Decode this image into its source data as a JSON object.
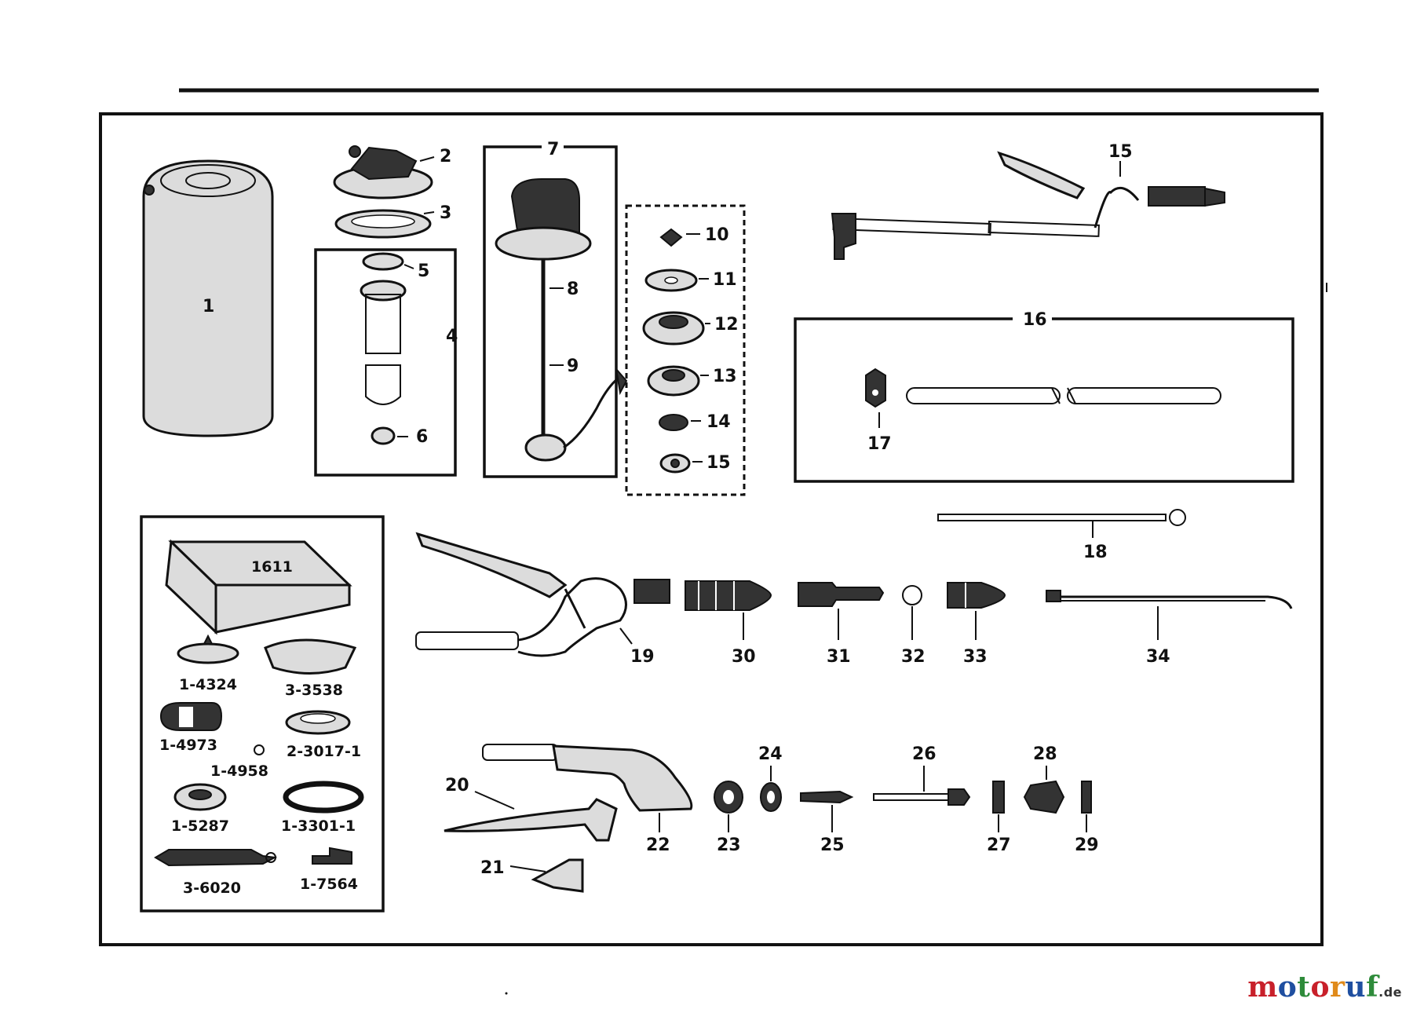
{
  "parts": {
    "p1": "1",
    "p2": "2",
    "p3": "3",
    "p4": "4",
    "p5": "5",
    "p6": "6",
    "p7": "7",
    "p8": "8",
    "p9": "9",
    "p10": "10",
    "p11": "11",
    "p12": "12",
    "p13": "13",
    "p14": "14",
    "p15": "15",
    "p15b": "15",
    "p16": "16",
    "p17": "17",
    "p18": "18",
    "p19": "19",
    "p20": "20",
    "p21": "21",
    "p22": "22",
    "p23": "23",
    "p24": "24",
    "p25": "25",
    "p26": "26",
    "p27": "27",
    "p28": "28",
    "p29": "29",
    "p30": "30",
    "p31": "31",
    "p32": "32",
    "p33": "33",
    "p34": "34"
  },
  "kit": {
    "box": "1611",
    "k1": "1-4324",
    "k2": "3-3538",
    "k3": "1-4973",
    "k4": "2-3017-1",
    "k5": "1-4958",
    "k6": "1-5287",
    "k7": "1-3301-1",
    "k8": "3-6020",
    "k9": "1-7564"
  },
  "watermark": {
    "m1": "m",
    "o1": "o",
    "t": "t",
    "o2": "o",
    "r": "r",
    "u": "u",
    "f": "f",
    "de": ".de"
  },
  "colors": {
    "ink": "#111111",
    "wm_red": "#c8202a",
    "wm_blue": "#1f4fa0",
    "wm_green": "#2e8b3a",
    "wm_orange": "#e08a1a"
  }
}
